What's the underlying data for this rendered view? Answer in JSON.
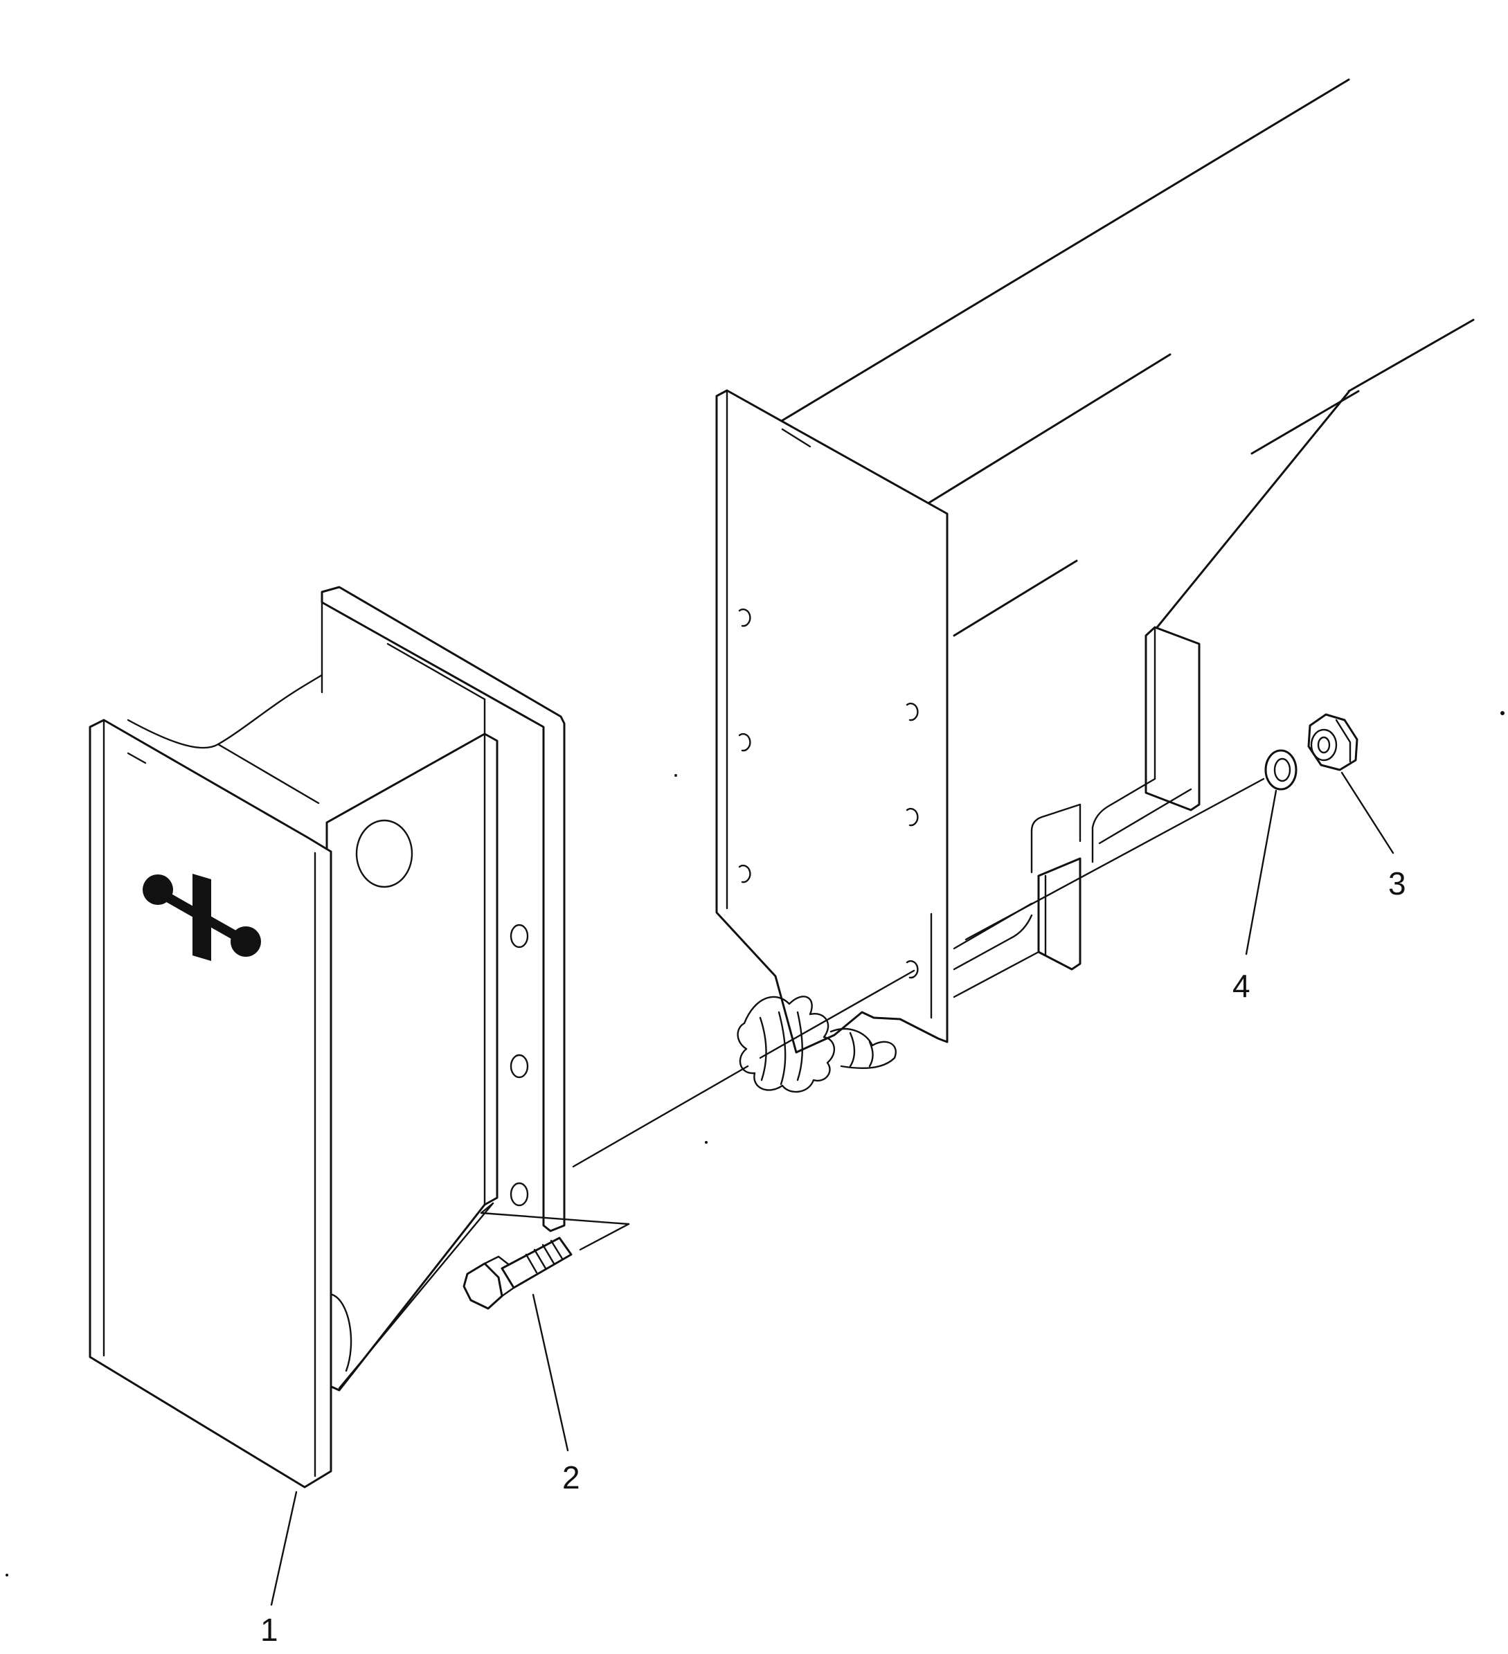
{
  "diagram": {
    "line_color": "#111111",
    "background": "#ffffff",
    "callouts": [
      {
        "id": "1",
        "label": "1"
      },
      {
        "id": "2",
        "label": "2"
      },
      {
        "id": "3",
        "label": "3"
      },
      {
        "id": "4",
        "label": "4"
      }
    ]
  }
}
